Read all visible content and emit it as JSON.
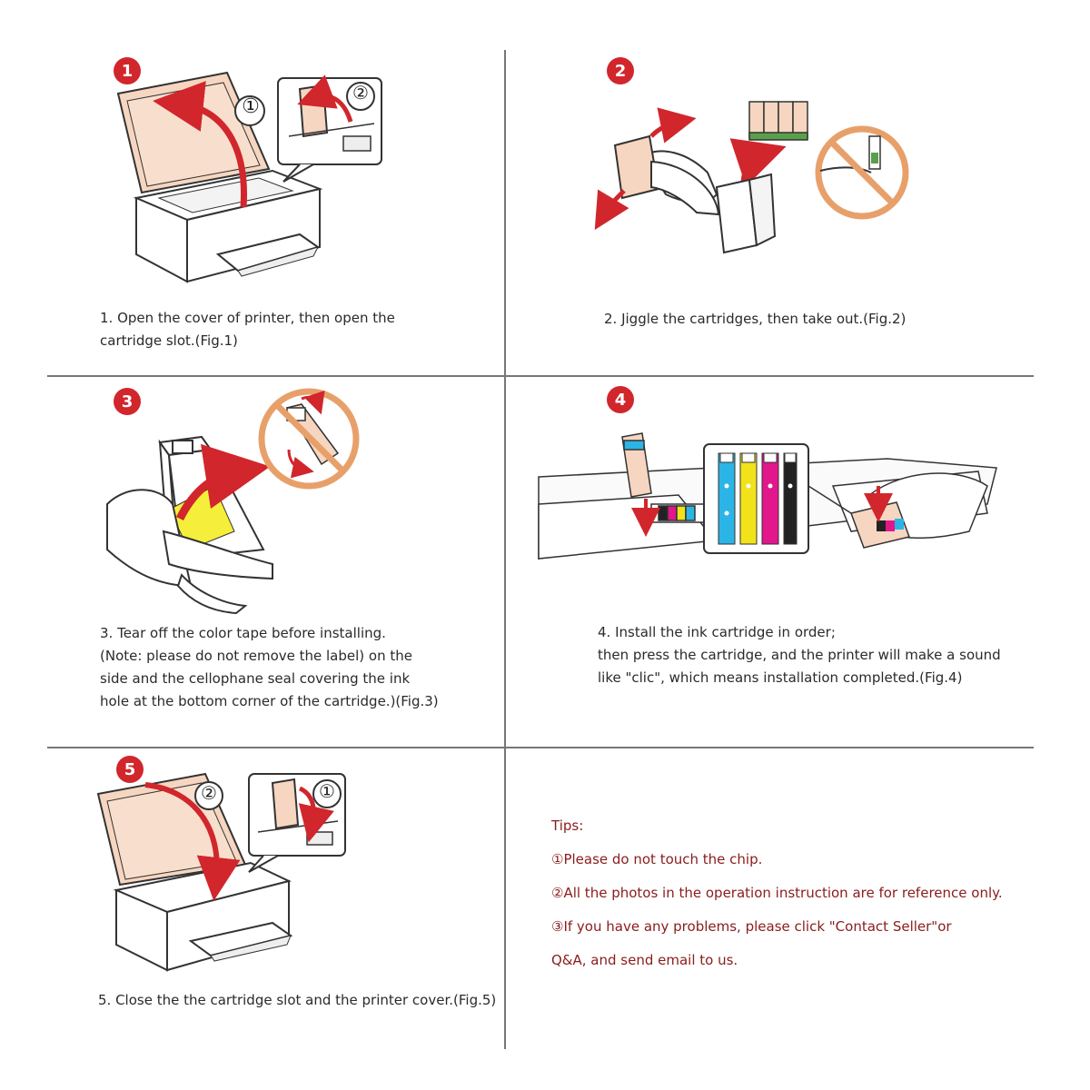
{
  "steps": [
    {
      "badge": "1",
      "callout_marks": [
        "①",
        "②"
      ],
      "caption_lines": [
        "1. Open the cover of printer, then open the",
        "cartridge slot.(Fig.1)"
      ]
    },
    {
      "badge": "2",
      "caption_lines": [
        "2. Jiggle the cartridges, then take out.(Fig.2)"
      ]
    },
    {
      "badge": "3",
      "caption_lines": [
        "3. Tear off the color tape before installing.",
        "(Note: please do not remove the label) on the",
        "side and the cellophane seal covering the ink",
        "hole at the bottom corner of the cartridge.)(Fig.3)"
      ]
    },
    {
      "badge": "4",
      "caption_lines": [
        "4. Install the ink cartridge in order;",
        "then press the cartridge, and the printer will make a sound",
        "like \"clic\", which means installation completed.(Fig.4)"
      ]
    },
    {
      "badge": "5",
      "callout_marks": [
        "②",
        "①"
      ],
      "caption_lines": [
        "5. Close the the cartridge slot and the printer cover.(Fig.5)"
      ]
    }
  ],
  "tips": {
    "title": "Tips:",
    "items": [
      "①Please do not touch the chip.",
      "②All the photos in the operation instruction are for reference only.",
      "③If you have any problems, please click \"Contact Seller\"or",
      "Q&A, and send email to us."
    ]
  },
  "colors": {
    "badge": "#d1262c",
    "arrow": "#d1262c",
    "tips_text": "#8a1c1c",
    "prohibit": "#e8a06a",
    "lid_tint": "#f6d6c0",
    "ink_cyan": "#2bb5e6",
    "ink_yellow": "#f2e21a",
    "ink_magenta": "#e3168c",
    "ink_black": "#222222",
    "tape_yellow": "#f5ee3a"
  },
  "icons": [
    "step-badge",
    "curved-arrow-icon",
    "prohibit-icon",
    "cartridge-icon",
    "printer-icon",
    "hand-icon"
  ]
}
